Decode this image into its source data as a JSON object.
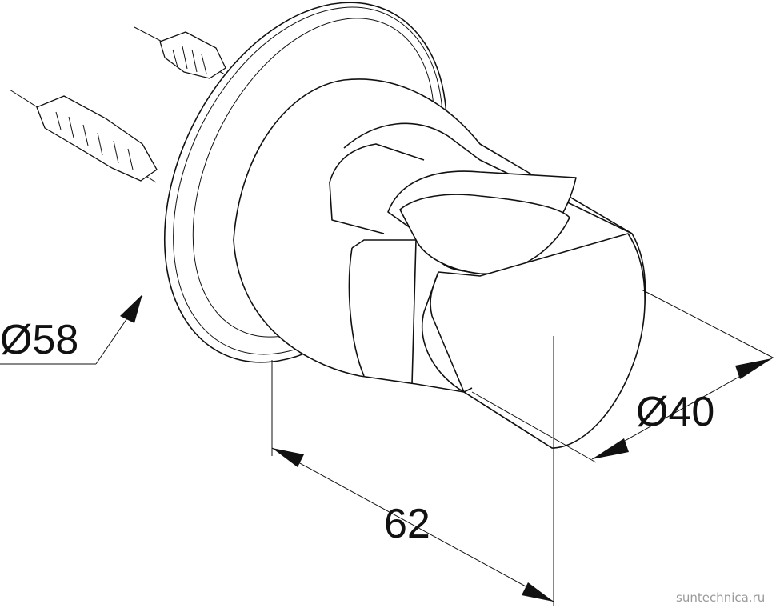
{
  "dimensions": {
    "flange_diameter": "Ø58",
    "holder_diameter": "Ø40",
    "depth": "62"
  },
  "watermark": "suntechnica.ru"
}
